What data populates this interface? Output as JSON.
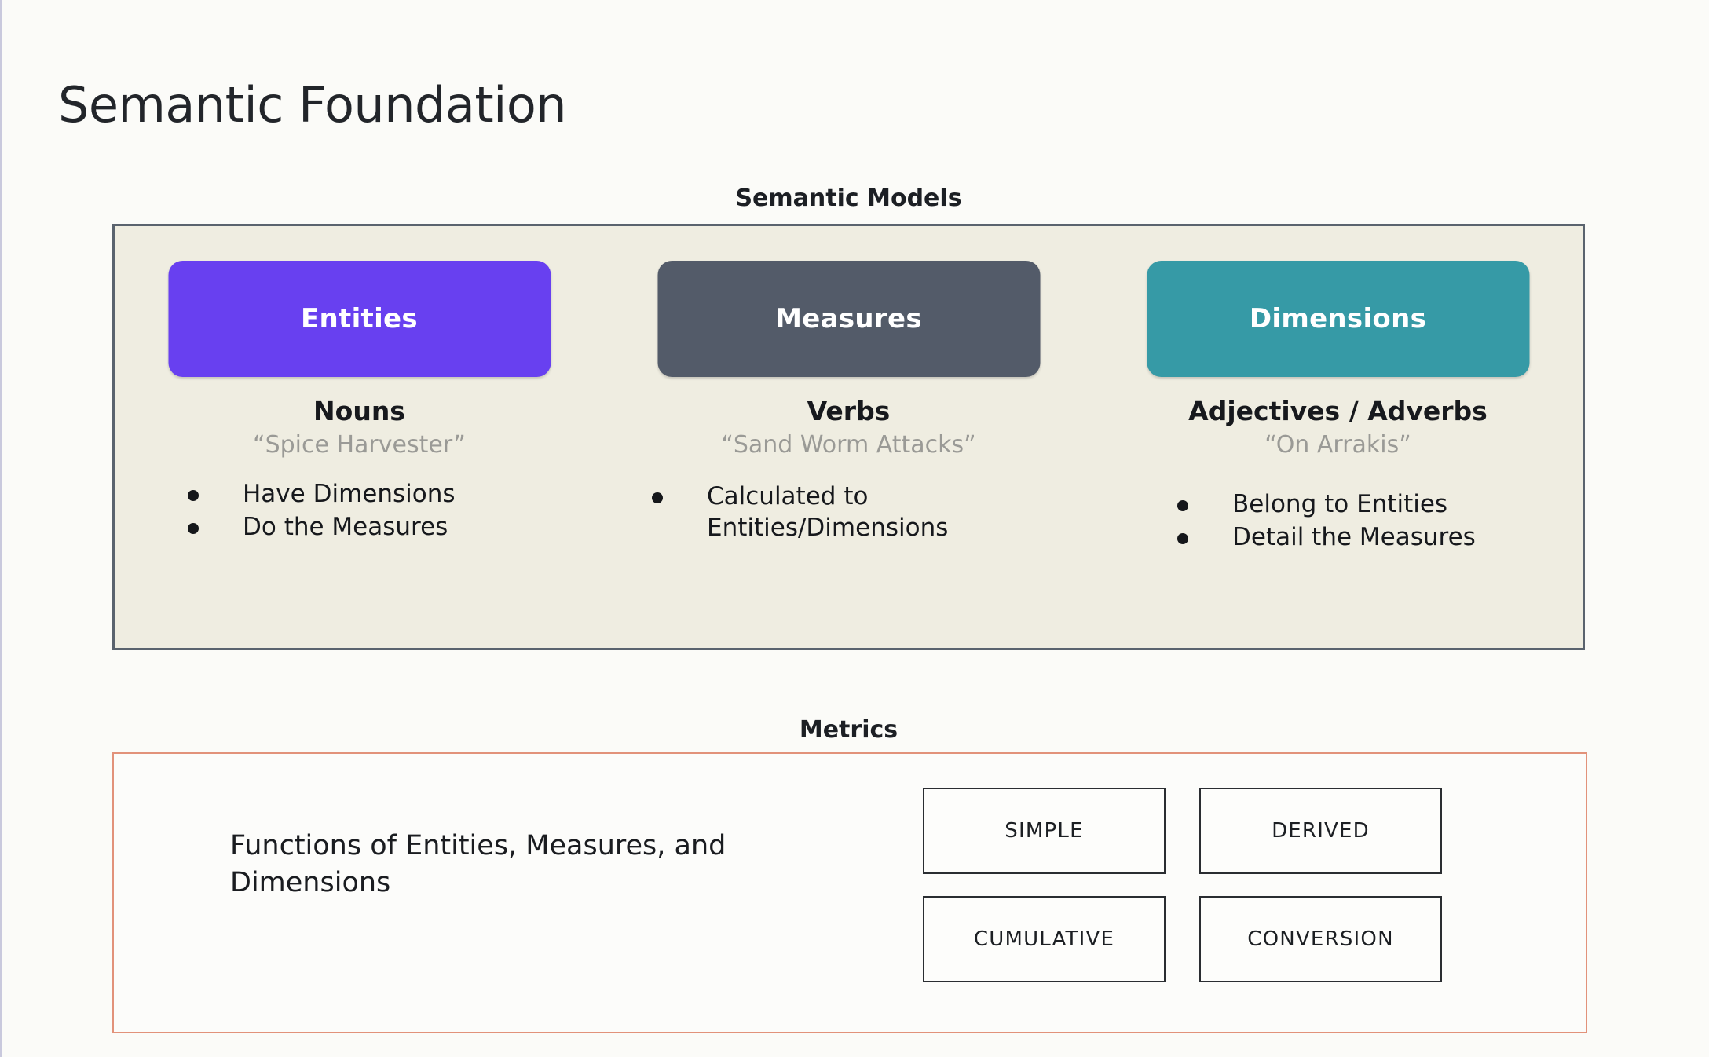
{
  "page": {
    "title": "Semantic Foundation",
    "background_color": "#fbfbf8"
  },
  "semantic_models": {
    "caption": "Semantic Models",
    "panel_fill": "#efede1",
    "panel_border": "#5a636e",
    "columns": [
      {
        "card_label": "Entities",
        "card_color": "#6840f0",
        "part_of_speech": "Nouns",
        "example": "“Spice Harvester”",
        "bullets": [
          "Have Dimensions",
          "Do the Measures"
        ]
      },
      {
        "card_label": "Measures",
        "card_color": "#535b69",
        "part_of_speech": "Verbs",
        "example": "“Sand Worm Attacks”",
        "bullets": [
          "Calculated to\nEntities/Dimensions"
        ]
      },
      {
        "card_label": "Dimensions",
        "card_color": "#369aa6",
        "part_of_speech": "Adjectives / Adverbs",
        "example": "“On Arrakis”",
        "bullets": [
          "Belong to Entities",
          "Detail the Measures"
        ]
      }
    ]
  },
  "metrics": {
    "caption": "Metrics",
    "panel_border": "#e2927a",
    "description": "Functions of Entities, Measures, and Dimensions",
    "types": [
      "SIMPLE",
      "DERIVED",
      "CUMULATIVE",
      "CONVERSION"
    ]
  }
}
